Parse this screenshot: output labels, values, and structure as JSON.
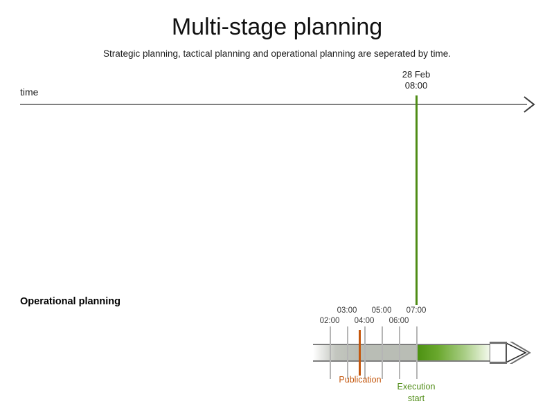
{
  "header": {
    "title": "Multi-stage planning",
    "subtitle": "Strategic planning, tactical planning and operational planning are seperated by time."
  },
  "time_axis": {
    "label": "time",
    "arrow_icon": "arrow-right-icon"
  },
  "milestone": {
    "date": "28 Feb",
    "time": "08:00",
    "color": "#4f8c16"
  },
  "rows": [
    {
      "label": "Operational planning"
    }
  ],
  "timeline": {
    "ticks": [
      {
        "label": "02:00",
        "row": "lower"
      },
      {
        "label": "03:00",
        "row": "upper"
      },
      {
        "label": "04:00",
        "row": "lower"
      },
      {
        "label": "05:00",
        "row": "upper"
      },
      {
        "label": "06:00",
        "row": "lower"
      },
      {
        "label": "07:00",
        "row": "upper"
      }
    ],
    "past_color": "#b9bdb5",
    "future_color": "#4a9010",
    "arrow_icon": "arrow-right-icon"
  },
  "publication": {
    "label": "Publication",
    "color": "#c4570d"
  },
  "execution_start": {
    "line1": "Execution",
    "line2": "start",
    "color": "#4f8c16"
  },
  "chart_data": {
    "type": "timeline",
    "title": "Multi-stage planning",
    "subtitle": "Strategic planning, tactical planning and operational planning are seperated by time.",
    "axis_label": "time",
    "tick_labels": [
      "02:00",
      "03:00",
      "04:00",
      "05:00",
      "06:00",
      "07:00"
    ],
    "markers": [
      {
        "name": "Publication",
        "at": "04:00",
        "color": "#c4570d"
      },
      {
        "name": "Execution start",
        "at": "08:00",
        "date": "28 Feb",
        "color": "#4f8c16"
      }
    ],
    "series": [
      {
        "name": "Operational planning",
        "past_segment": {
          "from": "02:00",
          "to": "08:00",
          "color": "#b9bdb5"
        },
        "future_segment": {
          "from": "08:00",
          "to": "open-ended",
          "color": "#4a9010"
        }
      }
    ],
    "legend": "none",
    "grid": false
  }
}
